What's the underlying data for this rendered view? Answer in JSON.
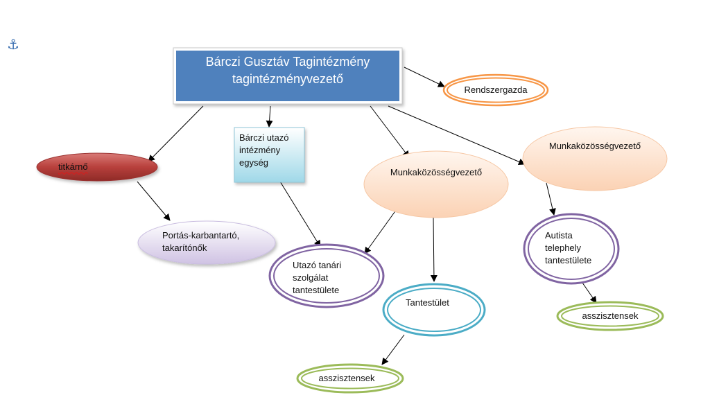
{
  "icons": {
    "anchor": "anchor-icon"
  },
  "nodes": {
    "head": {
      "line1": "Bárczi Gusztáv Tagintézmény",
      "line2": "tagintézményvezető",
      "color": "#4f81bd"
    },
    "rendszergazda": {
      "label": "Rendszergazda",
      "color": "#f79646"
    },
    "titkarno": {
      "label": "titkárnő",
      "color": "#c0504d"
    },
    "utazo_egyseg": {
      "line1": "Bárczi utazó",
      "line2": "intézmény",
      "line3": "egység"
    },
    "munkakozossegvezeto_center": {
      "label": "Munkaközösségvezető"
    },
    "munkakozossegvezeto_right": {
      "label": "Munkaközösségvezető"
    },
    "portas": {
      "line1": "Portás-karbantartó,",
      "line2": "takarítónők"
    },
    "utazo_tantestulet": {
      "line1": "Utazó tanári",
      "line2": "szolgálat",
      "line3": "tantestülete"
    },
    "tantestulet": {
      "label": "Tantestület",
      "color": "#4bacc6"
    },
    "autista": {
      "line1": "Autista",
      "line2": "telephely",
      "line3": "tantestülete",
      "color": "#8064a2"
    },
    "asszisztensek_right": {
      "label": "asszisztensek",
      "color": "#9bbb59"
    },
    "asszisztensek_bottom": {
      "label": "asszisztensek",
      "color": "#9bbb59"
    }
  }
}
